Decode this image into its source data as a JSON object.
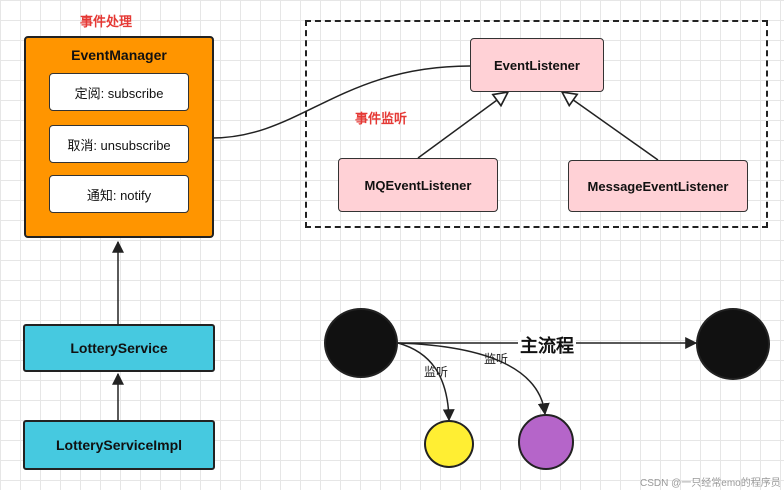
{
  "event_handling": {
    "label": "事件处理",
    "manager": {
      "title": "EventManager",
      "methods": [
        "定阅: subscribe",
        "取消: unsubscribe",
        "通知: notify"
      ]
    }
  },
  "event_listening": {
    "label": "事件监听",
    "base": "EventListener",
    "implementations": [
      "MQEventListener",
      "MessageEventListener"
    ]
  },
  "services": {
    "service": "LotteryService",
    "impl": "LotteryServiceImpl"
  },
  "flow": {
    "main_label": "主流程",
    "listen_label_1": "监听",
    "listen_label_2": "监听"
  },
  "colors": {
    "manager": "#ff9500",
    "listener": "#ffd1d6",
    "service": "#46c9e0",
    "flow_node": "#111111",
    "listener_node_1": "#ffee33",
    "listener_node_2": "#b565c9",
    "label_red": "#e53935"
  },
  "watermark": "CSDN @一只经常emo的程序员"
}
